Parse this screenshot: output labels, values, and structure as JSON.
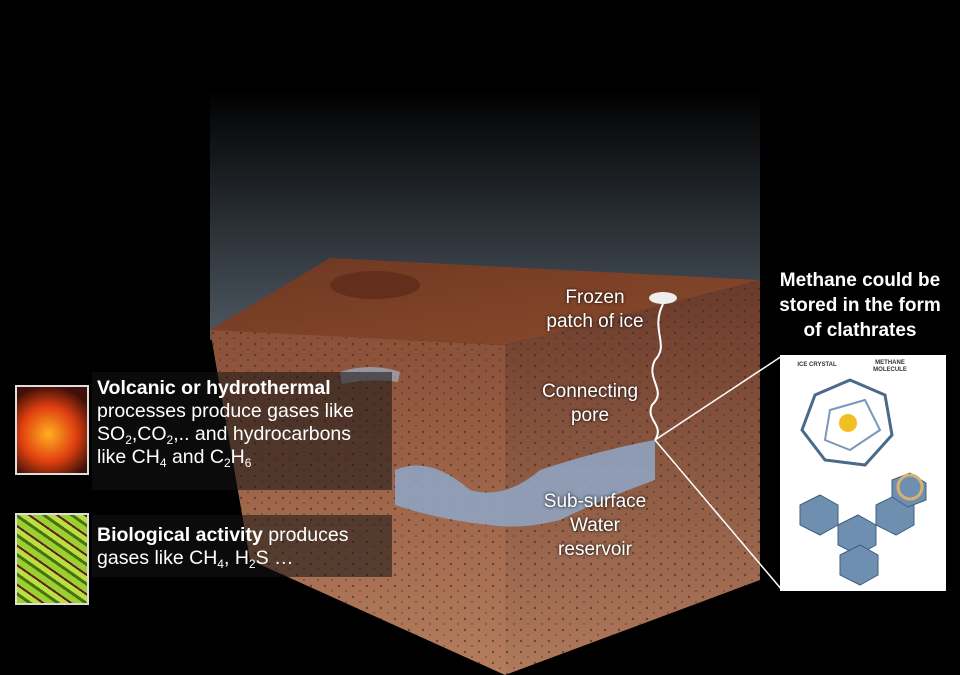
{
  "labels": {
    "frozen_ice": "Frozen patch of ice",
    "pore": "Connecting pore",
    "reservoir": "Sub-surface Water reservoir"
  },
  "clathrate": {
    "heading": "Methane could be stored in the form of clathrates",
    "ice_crystal": "ICE CRYSTAL",
    "methane_molecule": "METHANE MOLECULE"
  },
  "volcanic": {
    "title": "Volcanic or hydrothermal",
    "line1": "processes produce gases like",
    "line2_a": "SO",
    "line2_b": ",CO",
    "line2_c": ",.. and hydrocarbons",
    "line3_a": "like CH",
    "line3_b": " and C",
    "line3_c": "H",
    "sub2": "2",
    "sub4": "4",
    "sub6": "6"
  },
  "biological": {
    "title": "Biological activity",
    "line1_rest": " produces",
    "line2_a": "gases like CH",
    "line2_b": ", H",
    "line2_c": "S …",
    "sub2": "2",
    "sub4": "4"
  },
  "colors": {
    "soil_top": "#7a3a22",
    "soil_side": "#a0684a",
    "water": "#8fa3c0",
    "background": "#000000"
  }
}
